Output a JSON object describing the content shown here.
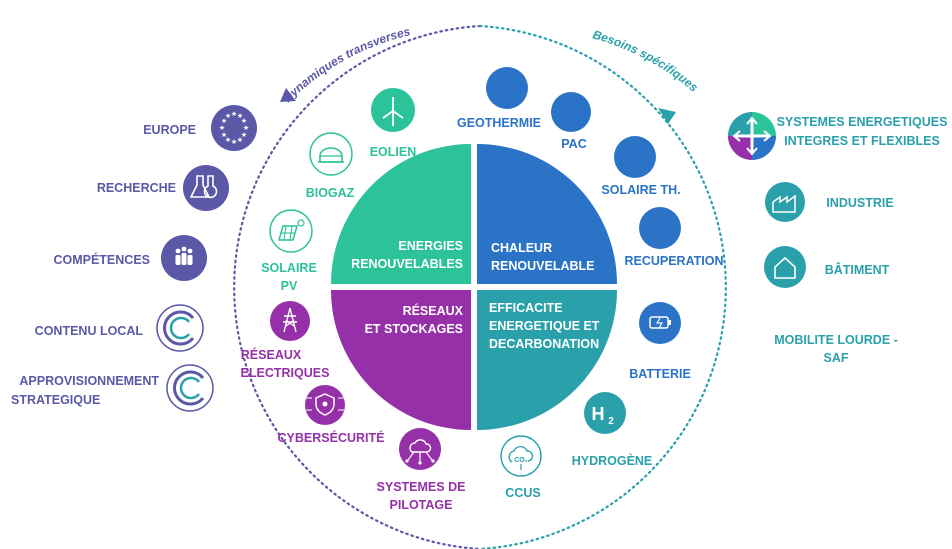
{
  "colors": {
    "dark": "#5b58a8",
    "green": "#2cc29a",
    "blue": "#2a73c6",
    "purple": "#9530a8",
    "teal": "#2aa0ab"
  },
  "arc_labels": {
    "left": "Dynamiques transverses",
    "right": "Besoins spécifiques"
  },
  "quadrants": {
    "top_left": {
      "line1": "ENERGIES",
      "line2": "RENOUVELABLES"
    },
    "top_right": {
      "line1": "CHALEUR",
      "line2": "RENOUVELABLE"
    },
    "bottom_left": {
      "line1": "RÉSEAUX",
      "line2": "ET STOCKAGES"
    },
    "bottom_right": {
      "line1": "EFFICACITE",
      "line2": "ENERGETIQUE ET",
      "line3": "DECARBONATION"
    }
  },
  "transverse": [
    {
      "label": "EUROPE",
      "icon": "eu-stars-icon"
    },
    {
      "label": "RECHERCHE",
      "icon": "flask-icon"
    },
    {
      "label": "COMPÉTENCES",
      "icon": "people-icon"
    },
    {
      "label": "CONTENU LOCAL",
      "icon": "ring-c-icon"
    },
    {
      "label_1": "APPROVISIONNEMENT",
      "label_2": "STRATEGIQUE",
      "icon": "ring-c-icon"
    }
  ],
  "renewables": {
    "eolien": "EOLIEN",
    "biogaz": "BIOGAZ",
    "solaire_pv_1": "SOLAIRE",
    "solaire_pv_2": "PV"
  },
  "heat": {
    "geothermie": "GEOTHERMIE",
    "pac": "PAC",
    "solaire_th": "SOLAIRE TH.",
    "recuperation": "RECUPERATION"
  },
  "networks": {
    "reseaux_1": "RÉSEAUX",
    "reseaux_2": "ELECTRIQUES",
    "cyber": "CYBERSÉCURITÉ",
    "pilotage_1": "SYSTEMES DE",
    "pilotage_2": "PILOTAGE"
  },
  "efficiency": {
    "batterie": "BATTERIE",
    "hydrogene": "HYDROGÈNE",
    "h2_symbol": "H",
    "h2_sub": "2",
    "ccus": "CCUS"
  },
  "needs": {
    "systemes_1": "SYSTEMES ENERGETIQUES",
    "systemes_2": "INTEGRES ET FLEXIBLES",
    "industrie": "INDUSTRIE",
    "batiment": "BÂTIMENT",
    "mobilite_1": "MOBILITE LOURDE -",
    "mobilite_2": "SAF"
  }
}
